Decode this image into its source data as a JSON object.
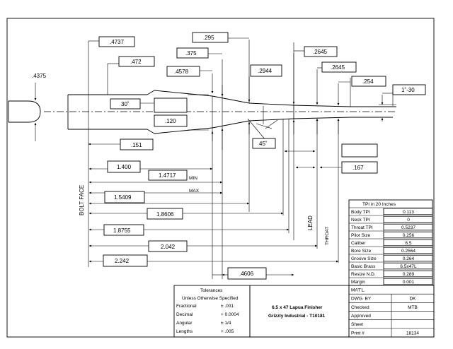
{
  "dimensions": {
    "d_4375": ".4375",
    "d_4737": ".4737",
    "d_472": ".472",
    "d_295": ".295",
    "d_375": ".375",
    "d_4578": ".4578",
    "d_2944": ".2944",
    "d_2645a": ".2645",
    "d_2645b": ".2645",
    "d_254": ".254",
    "d_1deg30": "1˚-30",
    "d_30deg": "30˚",
    "d_120": ".120",
    "d_45deg": "45˚",
    "d_151": ".151",
    "d_1400": "1.400",
    "d_14717": "1.4717",
    "min_label": "MIN",
    "max_label": "MAX",
    "d_15409": "1.5409",
    "d_18606": "1.8606",
    "d_18755": "1.8755",
    "d_2042": "2.042",
    "d_2242": "2.242",
    "d_4606": ".4606",
    "d_167": ".167"
  },
  "labels": {
    "bolt_face": "BOLT FACE",
    "lead": "LEAD",
    "throat": "THROAT"
  },
  "tpi_table": {
    "title": "TPI in 20 Inches",
    "rows": [
      {
        "label": "Body TPI",
        "value": "0.113"
      },
      {
        "label": "Neck TPI",
        "value": "0"
      },
      {
        "label": "Throat TPI",
        "value": "0.5237"
      },
      {
        "label": "Pilot Size",
        "value": "0.256"
      },
      {
        "label": "Caliber",
        "value": "6.5"
      },
      {
        "label": "Bore Size",
        "value": "0.2564"
      },
      {
        "label": "Groove Size",
        "value": "0.264"
      },
      {
        "label": "Basic Brass",
        "value": "6.5x47L"
      },
      {
        "label": "Resize N.D.",
        "value": "0.289"
      },
      {
        "label": "Margin",
        "value": "0.001"
      }
    ]
  },
  "tolerances": {
    "title": "Tolerances",
    "subtitle": "Unless Otherwise Specified",
    "rows": [
      {
        "label": "Fractional",
        "value": "± .001"
      },
      {
        "label": "Decimal",
        "value": "+ 0.0004"
      },
      {
        "label": "Angular",
        "value": "± 1/4"
      },
      {
        "label": "Lengths",
        "value": "+ .005"
      }
    ]
  },
  "title_block": {
    "line1": "6.5 x 47 Lapua Finisher",
    "line2": "Grizzly Industrial - T10181",
    "rows": [
      {
        "label": "MAT'L.",
        "value": ""
      },
      {
        "label": "DWG. BY",
        "value": "DK"
      },
      {
        "label": "Checked",
        "value": "MTB"
      },
      {
        "label": "Approved",
        "value": ""
      },
      {
        "label": "Sheet",
        "value": ""
      },
      {
        "label": "Print #",
        "value": "18134"
      }
    ]
  }
}
